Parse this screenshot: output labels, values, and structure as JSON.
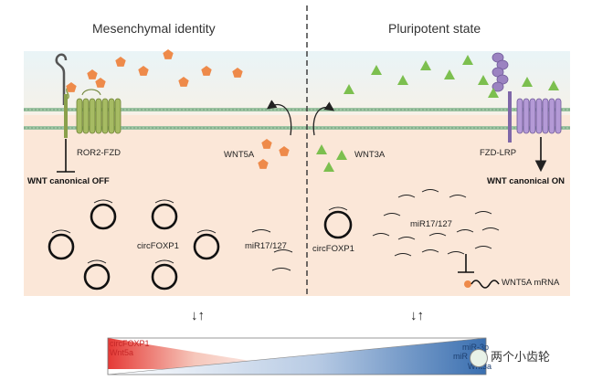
{
  "panels": {
    "left": {
      "title": "Mesenchymal identity",
      "receptor": "ROR2-FZD",
      "ligand": "WNT5A",
      "state": "WNT canonical OFF",
      "circrna": "circFOXP1",
      "mirna": "miR17/127"
    },
    "right": {
      "title": "Pluripotent state",
      "receptor": "FZD-LRP",
      "ligand": "WNT3A",
      "state": "WNT canonical ON",
      "circrna": "circFOXP1",
      "mirna": "miR17/127",
      "mrna": "WNT5A mRNA"
    }
  },
  "gradient": {
    "left_labels": [
      "circFOXP1",
      "Wnt5a"
    ],
    "right_labels": [
      "miR-3p",
      "miR",
      "Wnt3a"
    ],
    "arrows": "↓↑"
  },
  "watermark": "两个小齿轮",
  "colors": {
    "membrane": "#8fb59a",
    "outside": "#e6f2f6",
    "cytoplasm": "#fbe6d6",
    "pentagon": "#ee8a4a",
    "triangle": "#7cbf4f",
    "ror2": "#8aa04b",
    "fzd_lrp": "#9b83c1",
    "gradient_red": "#e53935",
    "gradient_blue": "#3a6fb0"
  }
}
